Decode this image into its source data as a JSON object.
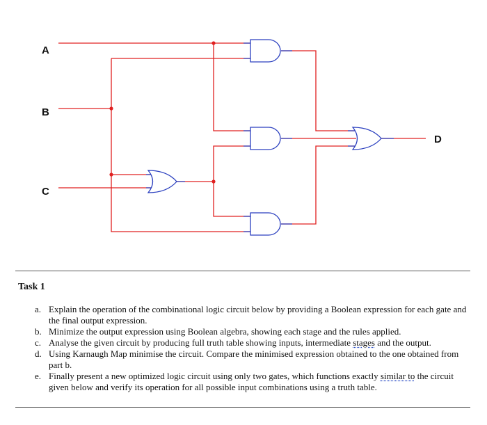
{
  "circuit": {
    "inputs": [
      "A",
      "B",
      "C"
    ],
    "output": "D",
    "gates": [
      "AND",
      "AND",
      "AND",
      "OR",
      "OR"
    ]
  },
  "task": {
    "title": "Task 1",
    "items": [
      {
        "marker": "a.",
        "text": "Explain the operation of the combinational logic circuit below by providing a Boolean expression for each gate and the final output expression."
      },
      {
        "marker": "b.",
        "text": "Minimize the output expression using Boolean algebra, showing each stage and the rules applied."
      },
      {
        "marker": "c.",
        "before": "Analyse the given circuit by producing full truth table showing inputs, intermediate ",
        "marked": "stages",
        "after": " and the output."
      },
      {
        "marker": "d.",
        "text": "Using Karnaugh Map minimise the circuit. Compare the minimised expression obtained to the one obtained from part b."
      },
      {
        "marker": "e.",
        "before": "Finally present a new optimized logic circuit using only two gates, which functions exactly ",
        "marked": "similar to",
        "after": " the circuit given below and verify its operation for all possible input combinations using a truth table."
      }
    ]
  }
}
